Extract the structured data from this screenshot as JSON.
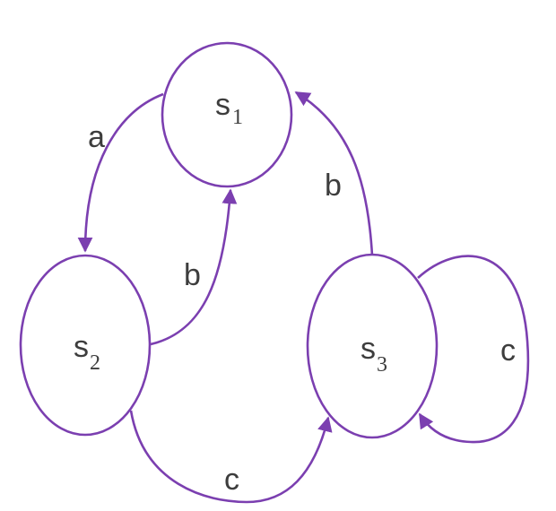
{
  "colors": {
    "stroke": "#7b3fb0",
    "text": "#3d3d3d",
    "background": "#ffffff"
  },
  "states": [
    {
      "id": "s1",
      "letter": "s",
      "subscript": "1"
    },
    {
      "id": "s2",
      "letter": "s",
      "subscript": "2"
    },
    {
      "id": "s3",
      "letter": "s",
      "subscript": "3"
    }
  ],
  "transitions": [
    {
      "from": "s1",
      "to": "s2",
      "label": "a"
    },
    {
      "from": "s2",
      "to": "s1",
      "label": "b"
    },
    {
      "from": "s3",
      "to": "s1",
      "label": "b"
    },
    {
      "from": "s2",
      "to": "s3",
      "label": "c"
    },
    {
      "from": "s3",
      "to": "s3",
      "label": "c"
    }
  ]
}
